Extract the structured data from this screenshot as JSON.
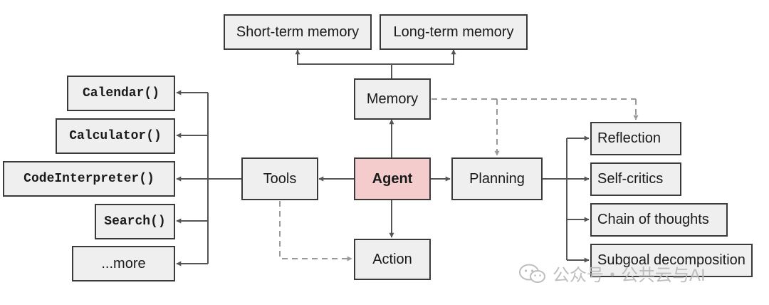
{
  "diagram": {
    "nodes": {
      "agent": "Agent",
      "memory": "Memory",
      "short_term_memory": "Short-term memory",
      "long_term_memory": "Long-term memory",
      "tools": "Tools",
      "calendar": "Calendar()",
      "calculator": "Calculator()",
      "code_interpreter": "CodeInterpreter()",
      "search": "Search()",
      "more": "...more",
      "planning": "Planning",
      "reflection": "Reflection",
      "self_critics": "Self-critics",
      "chain_of_thoughts": "Chain of thoughts",
      "subgoal_decomposition": "Subgoal decomposition",
      "action": "Action"
    },
    "colors": {
      "node_fill": "#efefef",
      "agent_fill": "#f4cccc",
      "border": "#3a3a3a",
      "edge": "#555555",
      "dashed_edge": "#999999"
    }
  },
  "watermark": {
    "text": "公众号・公共云与AI",
    "icon": "wechat-icon"
  }
}
